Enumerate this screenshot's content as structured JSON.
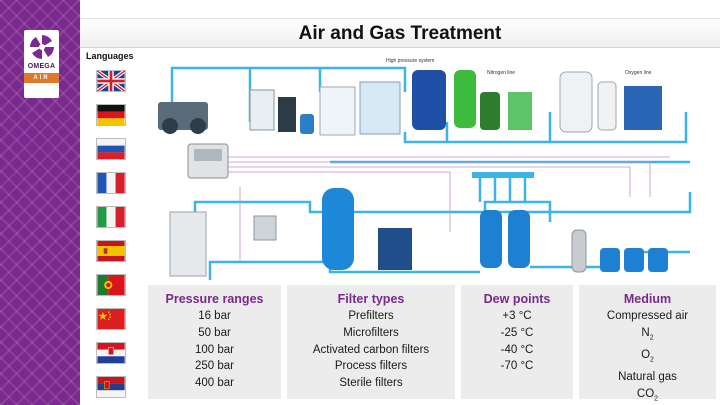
{
  "page": {
    "title": "Air and Gas Treatment",
    "languages_label": "Languages",
    "brand": {
      "name": "OMEGA",
      "sub": "AIR"
    }
  },
  "languages": [
    {
      "name": "english-flag"
    },
    {
      "name": "german-flag"
    },
    {
      "name": "russian-flag"
    },
    {
      "name": "french-flag"
    },
    {
      "name": "italian-flag"
    },
    {
      "name": "spanish-flag"
    },
    {
      "name": "portuguese-flag"
    },
    {
      "name": "chinese-flag"
    },
    {
      "name": "croatian-flag"
    },
    {
      "name": "serbian-flag"
    }
  ],
  "diagram": {
    "labels": {
      "high_pressure": "High pressure system",
      "nitrogen": "Nitrogen line",
      "oxygen": "Oxygen line"
    }
  },
  "info": {
    "pressure": {
      "title": "Pressure ranges",
      "items": [
        "16 bar",
        "50 bar",
        "100 bar",
        "250 bar",
        "400 bar"
      ]
    },
    "filters": {
      "title": "Filter types",
      "items": [
        "Prefilters",
        "Microfilters",
        "Activated carbon filters",
        "Process filters",
        "Sterile filters"
      ]
    },
    "dew": {
      "title": "Dew points",
      "items": [
        "+3 °C",
        "-25 °C",
        "-40 °C",
        "-70 °C"
      ]
    },
    "medium": {
      "title": "Medium",
      "items": [
        "Compressed air",
        "N",
        "O",
        "Natural gas",
        "CO"
      ],
      "subscripts": [
        "",
        "2",
        "2",
        "",
        "2"
      ]
    }
  },
  "colors": {
    "purple": "#7a2a8e",
    "pipe": "#3cb4e6",
    "tank_blue": "#1e88d8",
    "green": "#3dbb3d"
  }
}
